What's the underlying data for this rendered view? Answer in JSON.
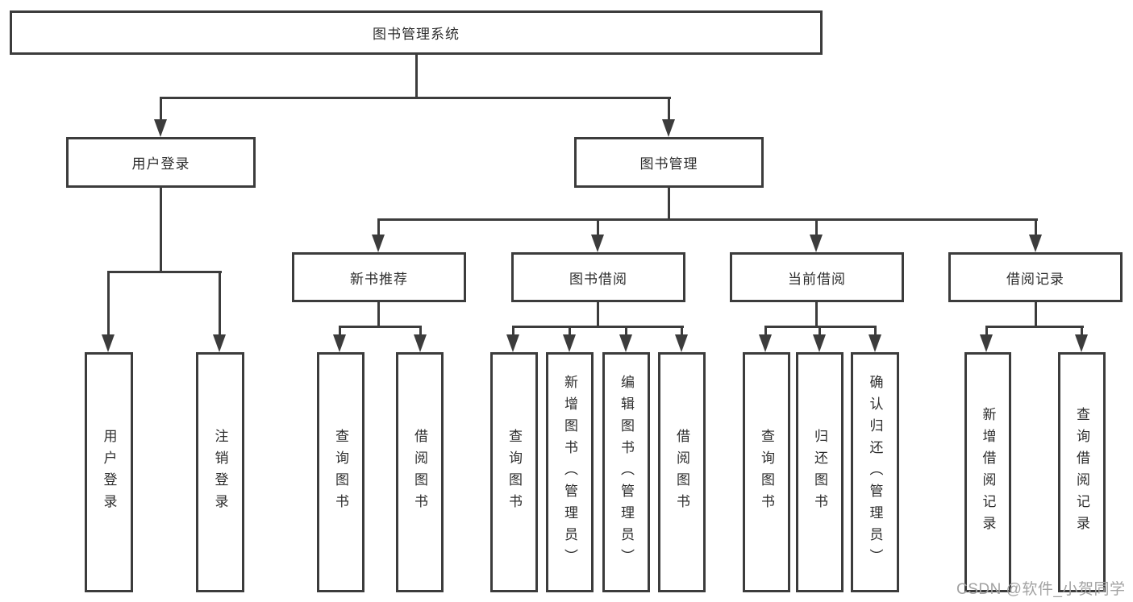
{
  "diagram": {
    "title": "图书管理系统",
    "nodes": {
      "root": {
        "label": "图书管理系统"
      },
      "user_login": {
        "label": "用户登录"
      },
      "book_mgmt": {
        "label": "图书管理"
      },
      "new_book_rec": {
        "label": "新书推荐"
      },
      "book_borrow": {
        "label": "图书借阅"
      },
      "current_borrow": {
        "label": "当前借阅"
      },
      "borrow_record": {
        "label": "借阅记录"
      },
      "login_leaf": {
        "label": "用户登录"
      },
      "logout_leaf": {
        "label": "注销登录"
      },
      "nbr_query_book": {
        "label": "查询图书"
      },
      "nbr_borrow_book": {
        "label": "借阅图书"
      },
      "bb_query_book": {
        "label": "查询图书"
      },
      "bb_add_book": {
        "label": "新增图书（管理员）"
      },
      "bb_edit_book": {
        "label": "编辑图书（管理员）"
      },
      "bb_borrow_book": {
        "label": "借阅图书"
      },
      "cb_query_book": {
        "label": "查询图书"
      },
      "cb_return_book": {
        "label": "归还图书"
      },
      "cb_confirm_return": {
        "label": "确认归还（管理员）"
      },
      "br_add_record": {
        "label": "新增借阅记录"
      },
      "br_query_record": {
        "label": "查询借阅记录"
      }
    },
    "watermark": "CSDN @软件_小贺同学",
    "colors": {
      "line": "#3c3c3c",
      "text": "#2d2d2d",
      "background": "#ffffff",
      "watermark": "#a2a2a2"
    }
  }
}
